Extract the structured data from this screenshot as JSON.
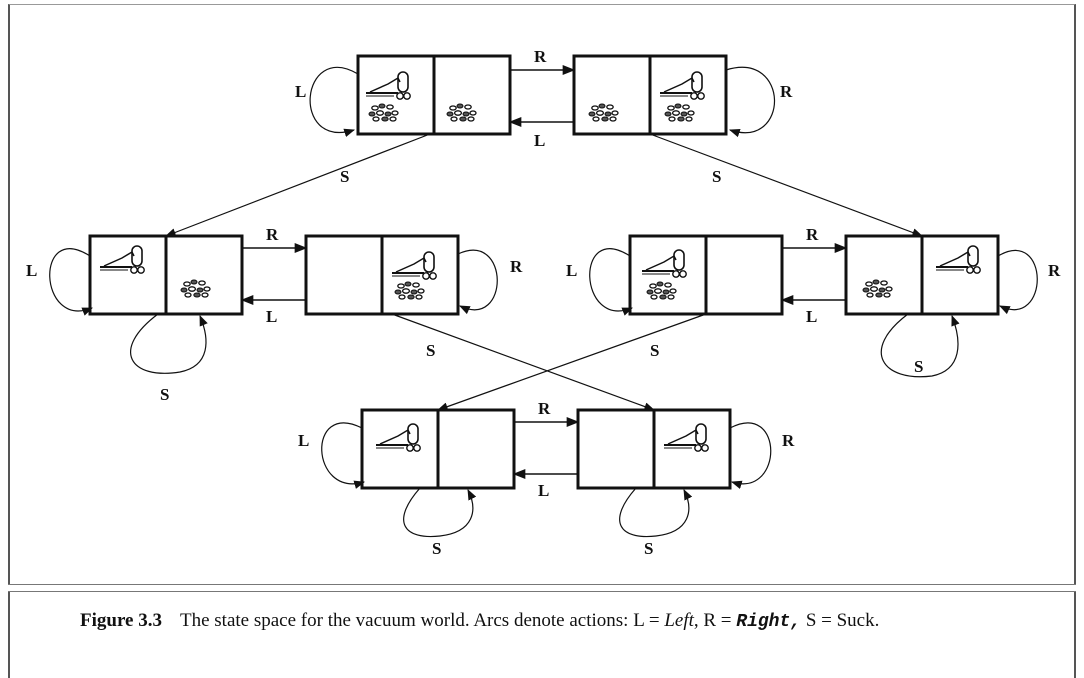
{
  "diagram": {
    "arc_labels": {
      "left": "L",
      "right": "R",
      "suck": "S"
    },
    "icons": {
      "vacuum": "vacuum-cleaner-icon",
      "dirt": "dirt-pile-icon"
    }
  },
  "caption": {
    "label": "Figure 3.3",
    "text_1": "The state space for the vacuum world. Arcs denote actions: L = ",
    "left_word": "Left",
    "text_2": ", R = ",
    "right_word": "Right,",
    "text_3": " S = Suck."
  }
}
